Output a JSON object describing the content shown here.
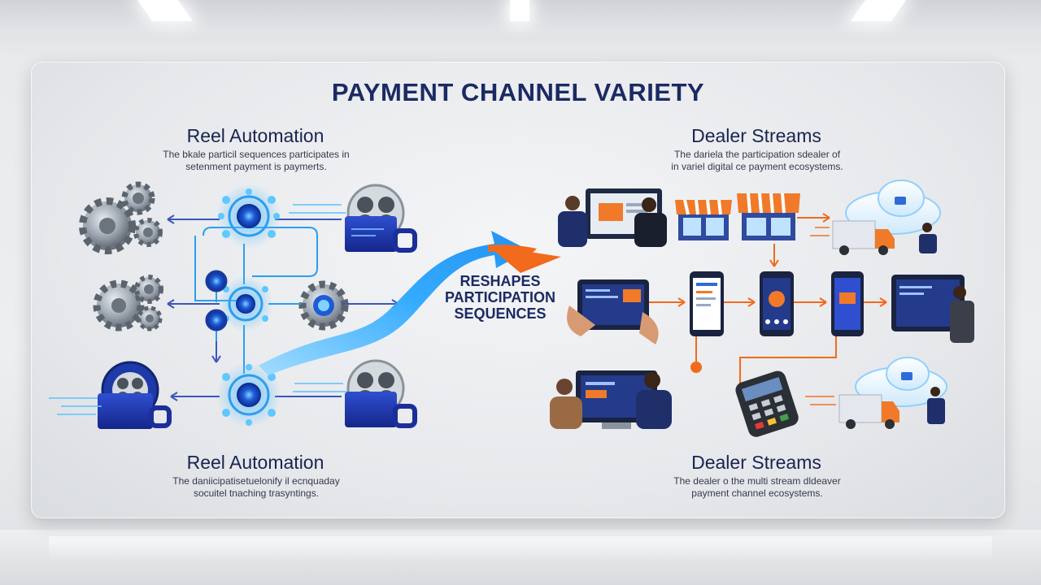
{
  "title": "PAYMENT CHANNEL VARIETY",
  "left_top": {
    "title": "Reel Automation",
    "desc_line1": "The bkale particil sequences participates in",
    "desc_line2": "setenment payment is paymerts."
  },
  "left_bottom": {
    "title": "Reel Automation",
    "desc_line1": "The daniicipatisetuelonify il ecnquaday",
    "desc_line2": "socuitel tnaching trasyntings."
  },
  "right_top": {
    "title": "Dealer Streams",
    "desc_line1": "The dariela the participation sdealer of",
    "desc_line2": "in variel digital ce payment ecosystems."
  },
  "right_bottom": {
    "title": "Dealer Streams",
    "desc_line1": "The dealer o the multi stream dldeaver",
    "desc_line2": "payment channel ecosystems."
  },
  "center": {
    "line1": "RESHAPES",
    "line2": "PARTICIPATION",
    "line3": "SEQUENCES"
  },
  "colors": {
    "navy": "#1b2a63",
    "accent_blue": "#2aa7ff",
    "accent_orange": "#f26a1b",
    "store_awning": "#f07a2a"
  },
  "icons": [
    "gear-icon",
    "film-reel-icon",
    "network-node-icon",
    "store-icon",
    "truck-icon",
    "cloud-icon",
    "smartphone-icon",
    "tablet-icon",
    "payment-terminal-icon",
    "person-icon"
  ]
}
